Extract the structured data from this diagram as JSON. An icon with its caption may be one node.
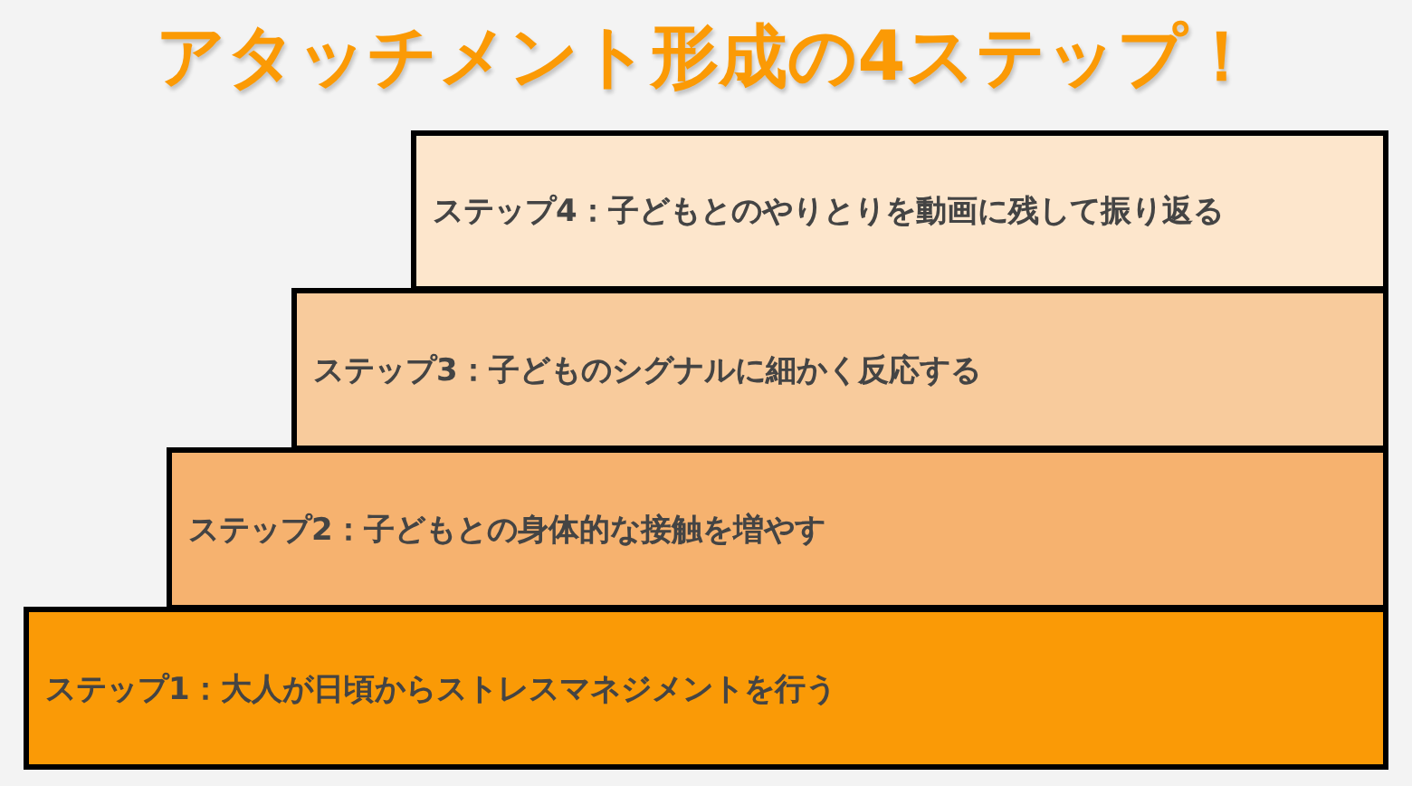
{
  "diagram": {
    "title": "アタッチメント形成の4ステップ！",
    "nodes": [
      {
        "text": [
          "ステップ4：子どもとのやりとりを動画に残して振り返る"
        ]
      },
      {
        "text": [
          "ステップ3：子どものシグナルに細かく反応する"
        ]
      },
      {
        "text": [
          "ステップ2：子どもとの身体的な接触を増やす"
        ]
      },
      {
        "text": [
          "ステップ1：大人が日頃からストレスマネジメントを行う"
        ]
      }
    ]
  }
}
